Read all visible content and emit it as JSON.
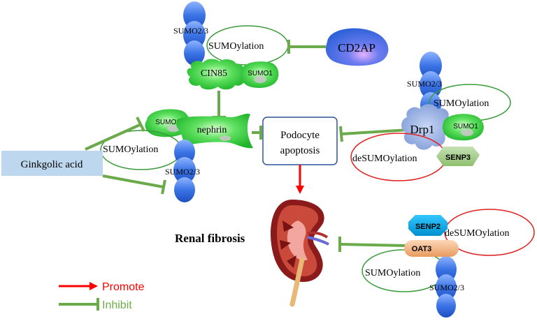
{
  "labels": {
    "sumo23_top": "SUMO2/3",
    "sumoylation_top": "SUMOylation",
    "cd2ap": "CD2AP",
    "cin85": "CIN85",
    "sumo1_top": "SUMO1",
    "sumo1_left": "SUMO1",
    "nephrin": "nephrin",
    "sumoylation_left": "SUMOylation",
    "ginkgolic_acid": "Ginkgolic acid",
    "sumo23_left": "SUMO2/3",
    "podocyte_line1": "Podocyte",
    "podocyte_line2": "apoptosis",
    "sumo23_right": "SUMO2/3",
    "sumoylation_right": "SUMOylation",
    "drp1": "Drp1",
    "sumo1_right": "SUMO1",
    "desumoylation_right": "deSUMOylation",
    "senp3": "SENP3",
    "renal_fibrosis": "Renal fibrosis",
    "senp2": "SENP2",
    "desumoylation_bottom": "deSUMOylation",
    "oat3": "OAT3",
    "sumoylation_bottom": "SUMOylation",
    "sumo23_bottom": "SUMO2/3"
  },
  "legend": {
    "promote": "Promote",
    "inhibit": "Inhibit"
  },
  "colors": {
    "inhibit": "#6aaa4a",
    "promote": "#ff0000",
    "sumo23_blue": "#3b74e6",
    "sumo1_green": "#44d84a",
    "cd2ap_blue": "#3c6fe0",
    "ginkgolic_box": "#bdd7ee",
    "podocyte_border": "#2f5597",
    "senp2_cyan": "#00b0f0",
    "oat3_orange": "#f4b183",
    "senp3_green": "#a9d18e",
    "drp1_periwinkle": "#8ea9db",
    "sumoylation_outline": "#3a9a3a",
    "desumoylation_outline": "#e02020",
    "legend_promote_text": "#ff0000",
    "legend_inhibit_text": "#70ad47"
  }
}
